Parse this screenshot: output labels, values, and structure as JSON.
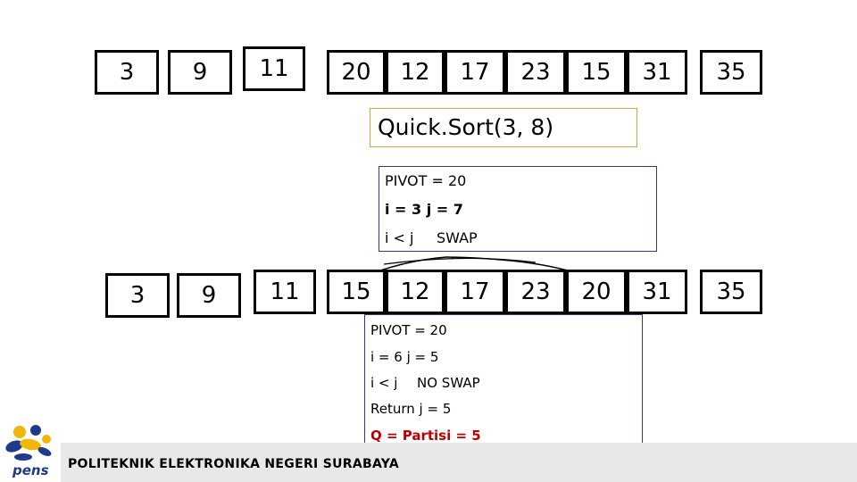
{
  "row1": [
    "3",
    "9",
    "11",
    "20",
    "12",
    "17",
    "23",
    "15",
    "31",
    "35"
  ],
  "row2": [
    "3",
    "9",
    "11",
    "15",
    "12",
    "17",
    "23",
    "20",
    "31",
    "35"
  ],
  "call_label": "Quick.Sort(3, 8)",
  "step1": {
    "pivot": "PIVOT = 20",
    "indices": "i = 3 j = 7",
    "compare": "i < j",
    "action": "SWAP"
  },
  "step2": {
    "pivot": "PIVOT = 20",
    "indices": "i = 6 j = 5",
    "compare": "i < j",
    "action": "NO SWAP",
    "return": "Return j = 5",
    "result": "Q = Partisi = 5"
  },
  "footer": "POLITEKNIK ELEKTRONIKA NEGERI SURABAYA",
  "logo_text": "pens",
  "colors": {
    "call_box_border": "#d9a441",
    "step_box_border": "#2e3a8c",
    "result_text": "#c00000",
    "logo_blue": "#1e3a8a",
    "logo_yellow": "#f2b705"
  }
}
